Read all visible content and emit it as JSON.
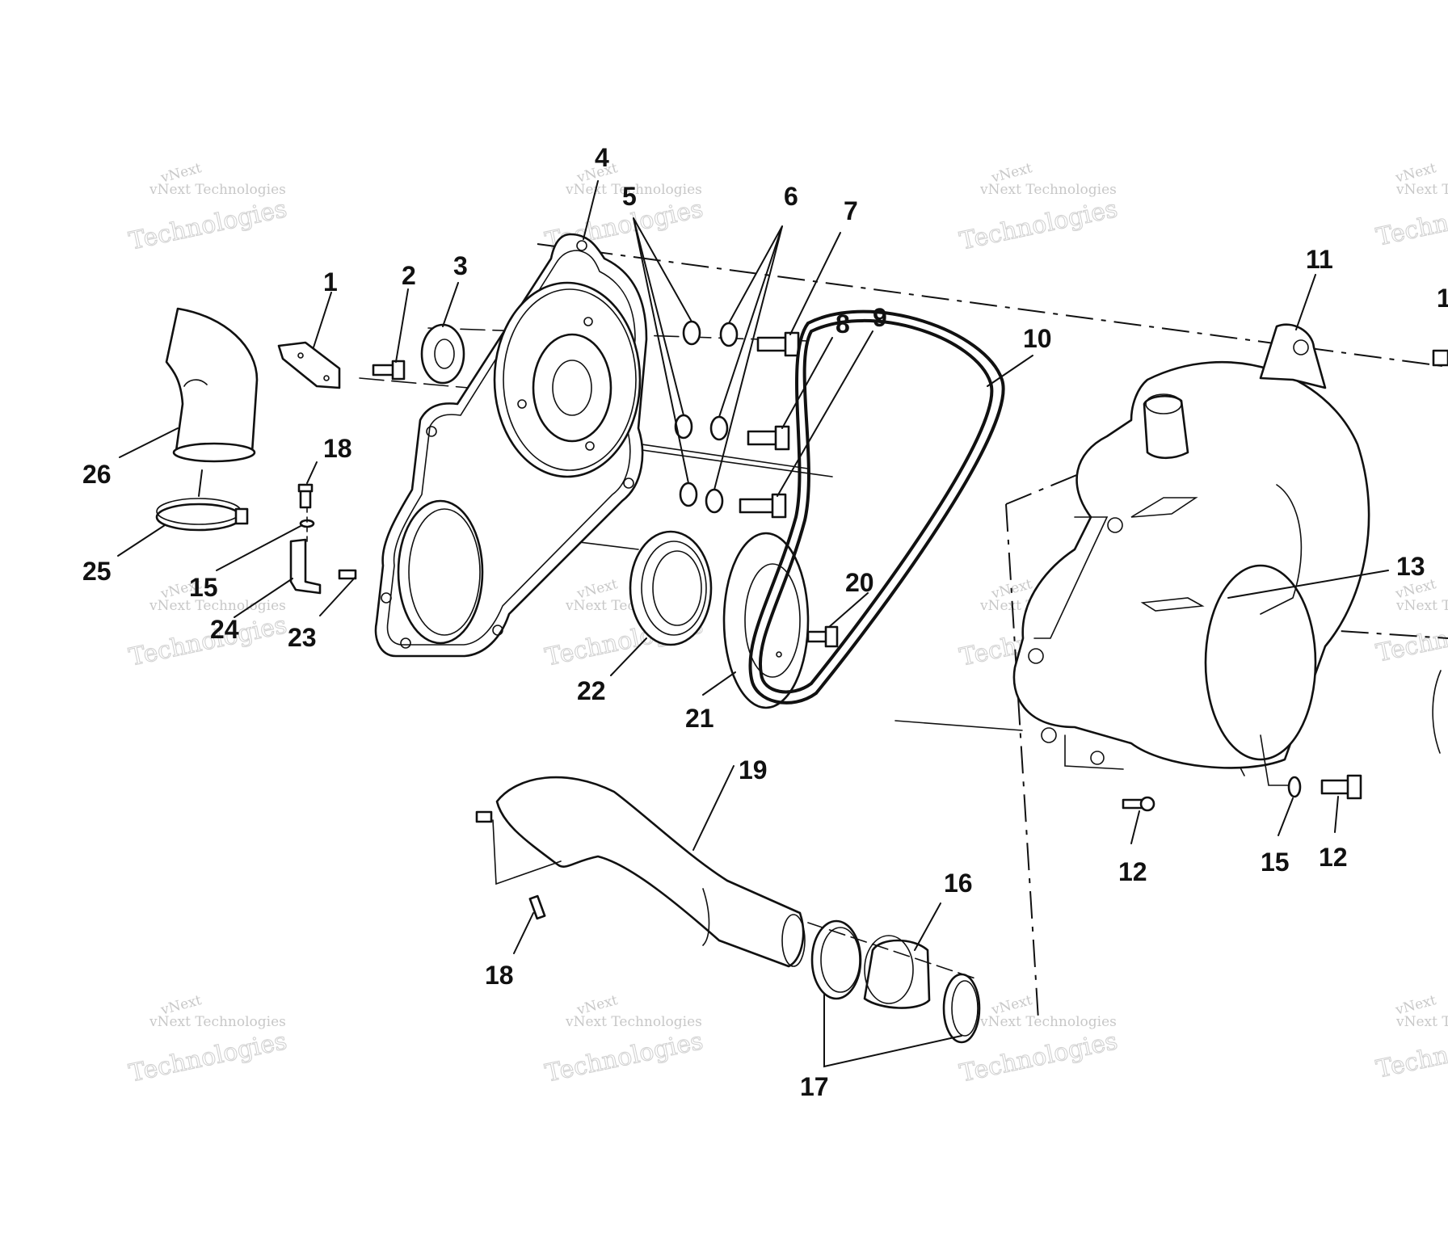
{
  "watermark": {
    "line1": "vNext",
    "line2": "vNext Technologies",
    "line3": "Technologies"
  },
  "callouts": {
    "c1": "1",
    "c2": "2",
    "c3": "3",
    "c4": "4",
    "c5": "5",
    "c6": "6",
    "c7": "7",
    "c8": "8",
    "c9": "9",
    "c10": "10",
    "c11": "11",
    "c11b": "1",
    "c12a": "12",
    "c12b": "12",
    "c13": "13",
    "c15a": "15",
    "c15b": "15",
    "c16": "16",
    "c17": "17",
    "c18a": "18",
    "c18b": "18",
    "c19": "19",
    "c20": "20",
    "c21": "21",
    "c22": "22",
    "c23": "23",
    "c24": "24",
    "c25": "25",
    "c26": "26"
  },
  "colors": {
    "line": "#111111",
    "watermark": "#c8c8c8",
    "background": "#ffffff"
  }
}
